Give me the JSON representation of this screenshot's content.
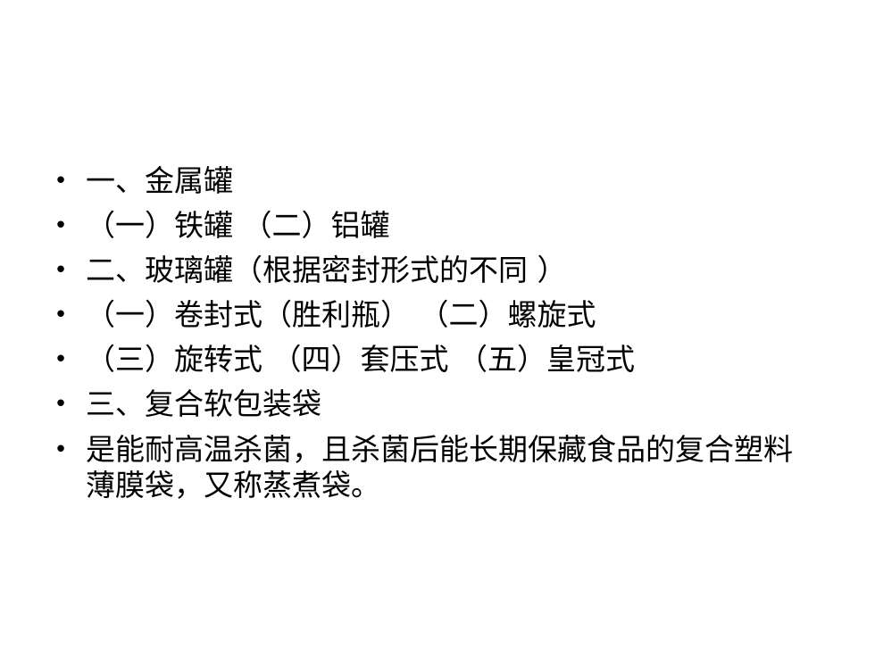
{
  "slide": {
    "bullet_symbol": "•",
    "items": [
      {
        "text": "一、金属罐"
      },
      {
        "text": "（一）铁罐 （二）铝罐"
      },
      {
        "text_main": "二、玻璃罐",
        "text_note": "（根据密封形式的不同 ）"
      },
      {
        "text": "（一）卷封式（胜利瓶） （二）螺旋式"
      },
      {
        "text": "（三）旋转式 （四）套压式 （五）皇冠式"
      },
      {
        "text": "三、复合软包装袋"
      },
      {
        "text": "是能耐高温杀菌，且杀菌后能长期保藏食品的复合塑料薄膜袋，又称蒸煮袋。"
      }
    ]
  }
}
